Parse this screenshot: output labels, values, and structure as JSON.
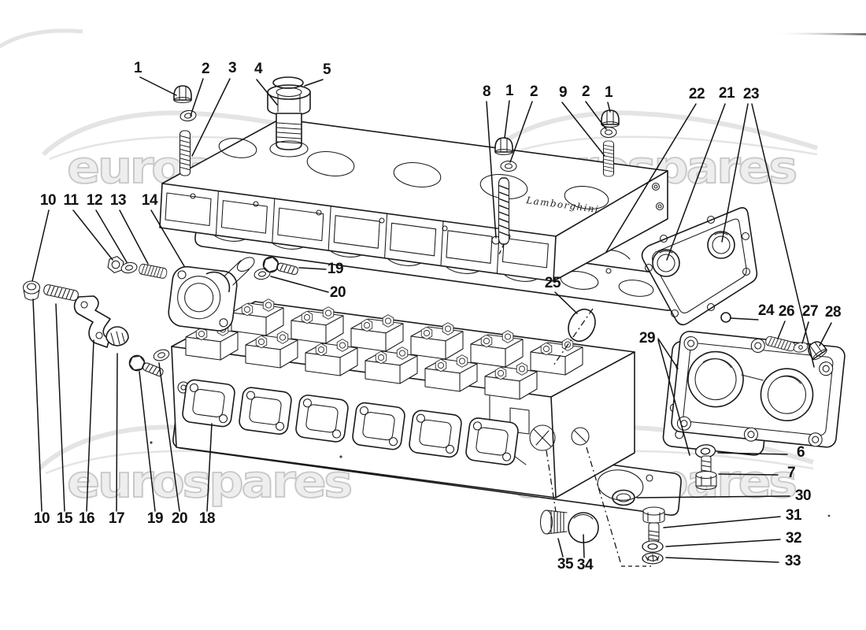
{
  "page": {
    "background": "#ffffff",
    "ink": "#1a1a1a"
  },
  "watermark": {
    "text": "eurospares",
    "fill": "#ededed",
    "outline": "#c6c6c6"
  },
  "diagram": {
    "cover_script": "Lamborghini",
    "callout_numbers": {
      "1": "1",
      "2": "2",
      "3": "3",
      "4": "4",
      "5": "5",
      "6": "6",
      "7": "7",
      "8": "8",
      "9": "9",
      "10": "10",
      "11": "11",
      "12": "12",
      "13": "13",
      "14": "14",
      "15": "15",
      "16": "16",
      "17": "17",
      "18": "18",
      "19": "19",
      "20": "20",
      "21": "21",
      "22": "22",
      "23": "23",
      "24": "24",
      "25": "25",
      "26": "26",
      "27": "27",
      "28": "28",
      "29": "29",
      "30": "30",
      "31": "31",
      "32": "32",
      "33": "33",
      "34": "34",
      "35": "35"
    }
  }
}
